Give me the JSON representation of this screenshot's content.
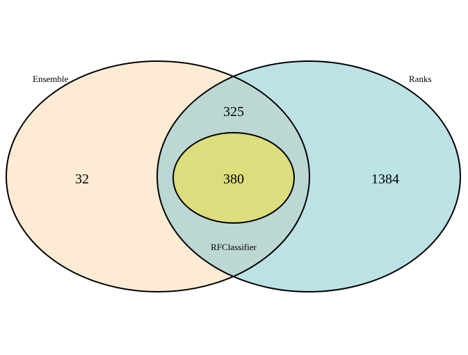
{
  "sets": [
    {
      "id": "ensemble",
      "label": "Ensemble",
      "color": "#fdebd3"
    },
    {
      "id": "ranks",
      "label": "Ranks",
      "color": "#bce2e6"
    },
    {
      "id": "rfclassifier",
      "label": "RFClassifier",
      "color": "#bcd8d4"
    }
  ],
  "overlap_color": "#bcd8d4",
  "inner_color": "#dcdd7c",
  "regions": {
    "ensemble_only": "32",
    "ranks_only": "1384",
    "ensemble_ranks": "325",
    "all_three": "380"
  }
}
